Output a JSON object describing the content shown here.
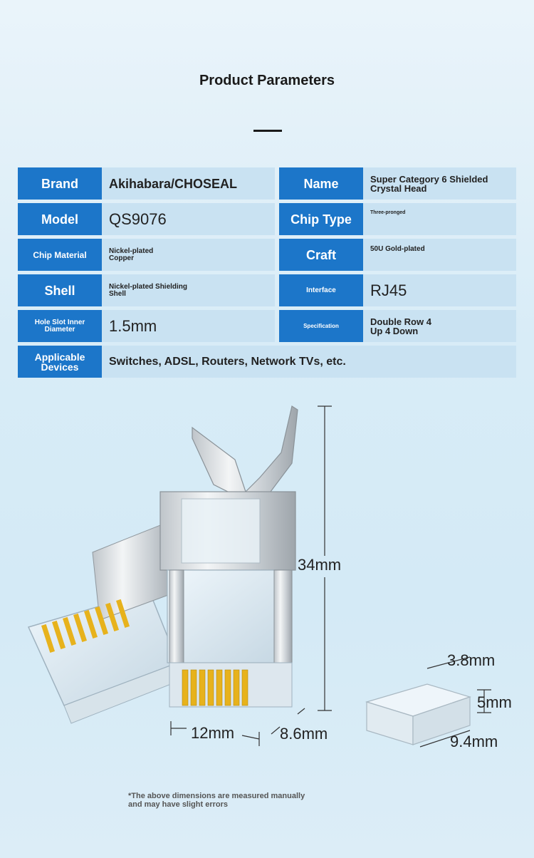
{
  "title": "Product Parameters",
  "rows": [
    {
      "left": {
        "label": "Brand",
        "value": "Akihabara/CHOSEAL"
      },
      "right": {
        "label": "Name",
        "value": "Super Category 6 Shielded\nCrystal Head"
      }
    },
    {
      "left": {
        "label": "Model",
        "value": "QS9076"
      },
      "right": {
        "label": "Chip Type",
        "value": "Three-pronged"
      }
    },
    {
      "left": {
        "label": "Chip Material",
        "value": "Nickel-plated\nCopper"
      },
      "right": {
        "label": "Craft",
        "value": "50U Gold-plated"
      }
    },
    {
      "left": {
        "label": "Shell",
        "value": "Nickel-plated Shielding\nShell"
      },
      "right": {
        "label": "Interface",
        "value": "RJ45"
      }
    },
    {
      "left": {
        "label": "Hole Slot Inner\nDiameter",
        "value": "1.5mm"
      },
      "right": {
        "label": "Specification",
        "value": "Double Row 4\nUp 4 Down"
      }
    }
  ],
  "applicable": {
    "label": "Applicable\nDevices",
    "value": "Switches, ADSL, Routers, Network TVs, etc."
  },
  "dimensions": {
    "height": "34mm",
    "width": "12mm",
    "depth": "8.6mm",
    "insert_w": "3.8mm",
    "insert_h": "5mm",
    "insert_l": "9.4mm"
  },
  "note": "*The above dimensions are measured manually\nand may have slight errors",
  "colors": {
    "label_bg": "#1c76c9",
    "value_bg": "#c9e2f2",
    "gold": "#e7b21c"
  }
}
